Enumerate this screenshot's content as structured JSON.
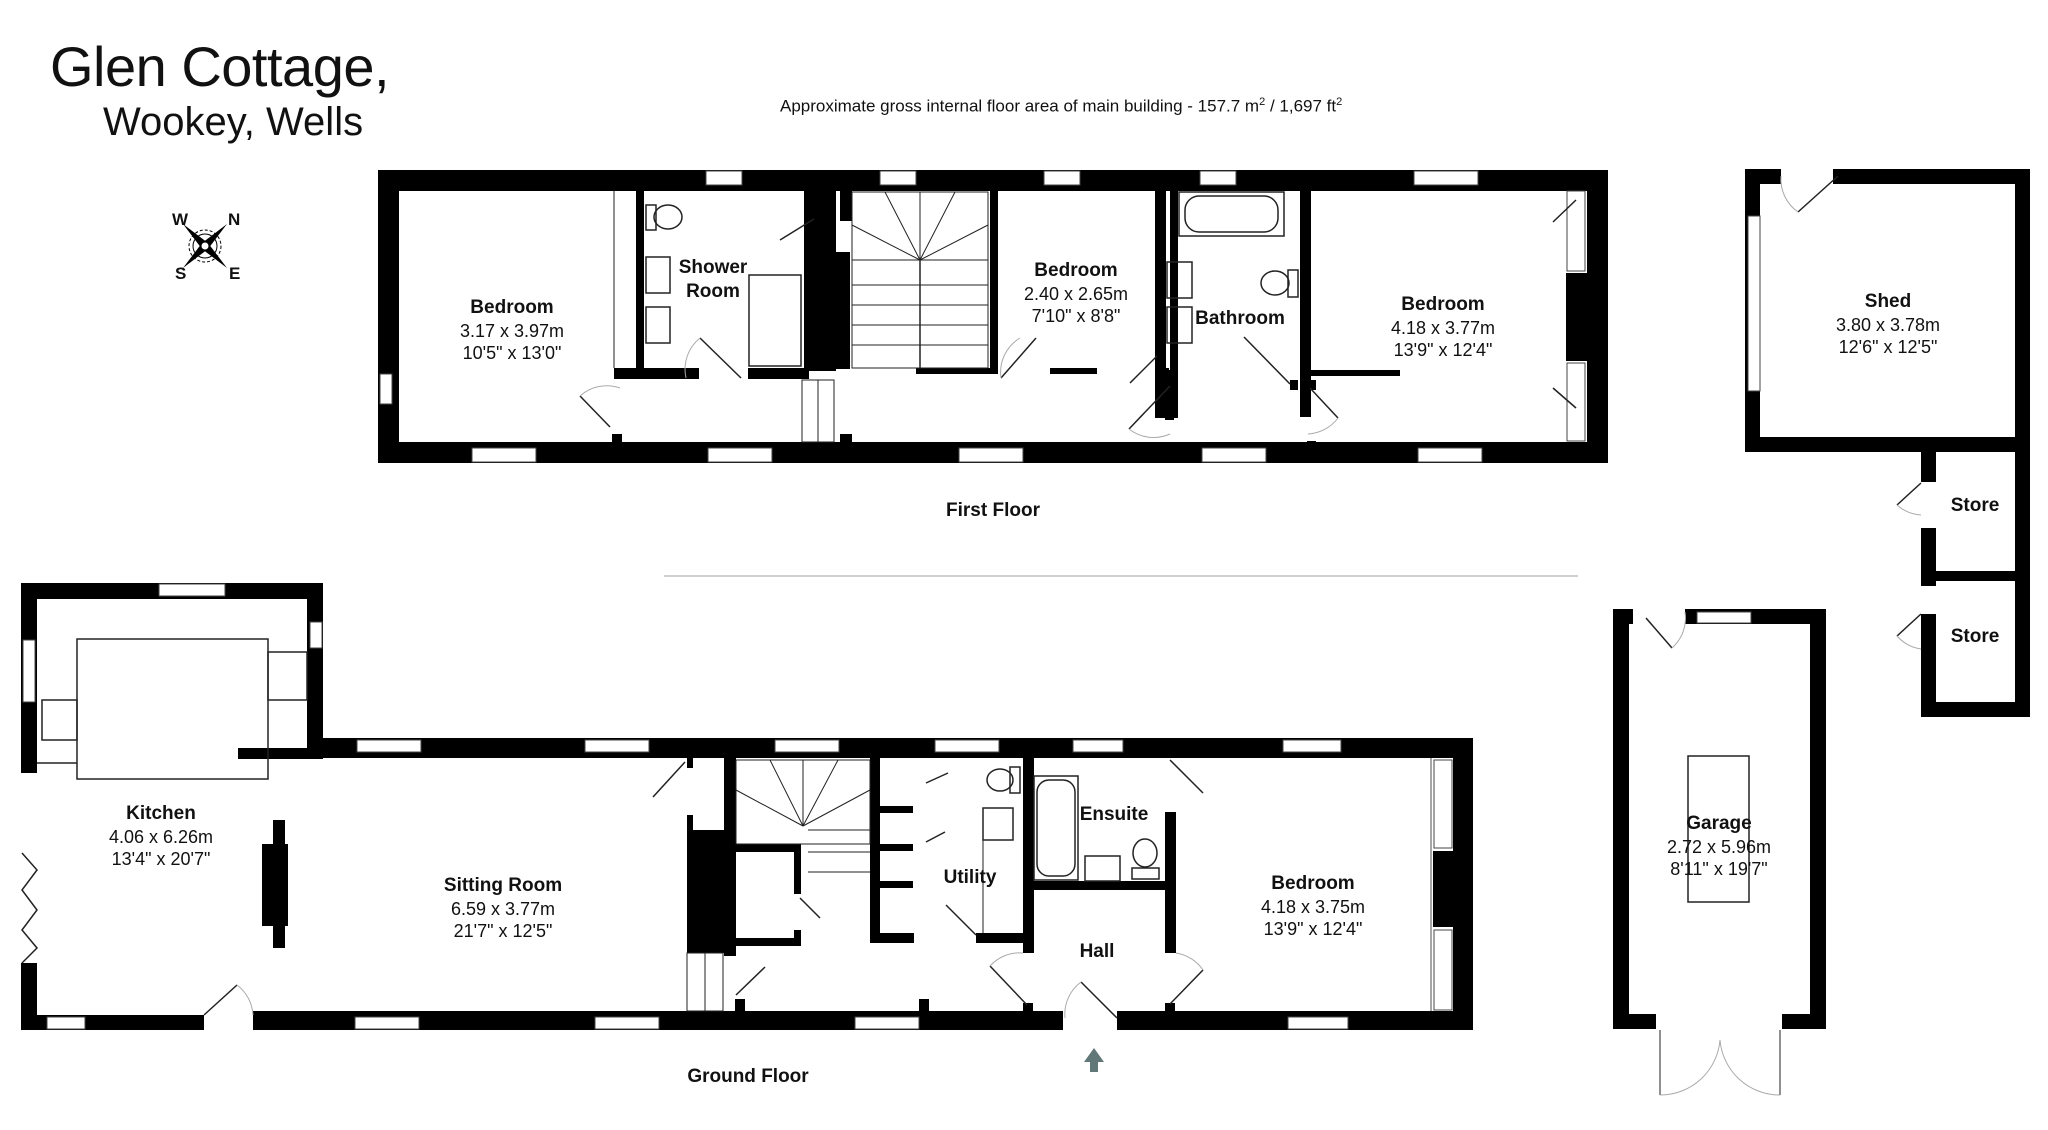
{
  "header": {
    "title": "Glen Cottage,",
    "subtitle": "Wookey, Wells",
    "area_prefix": "Approximate gross internal floor area of main building  -  157.7 m",
    "area_sep": " /  1,697 ft",
    "sup": "2"
  },
  "compass": {
    "n": "N",
    "s": "S",
    "e": "E",
    "w": "W"
  },
  "floors": {
    "first": {
      "label": "First Floor"
    },
    "ground": {
      "label": "Ground Floor"
    }
  },
  "rooms": {
    "ff_bedroom1": {
      "name": "Bedroom",
      "metric": "3.17 x 3.97m",
      "imperial": "10'5\" x 13'0\""
    },
    "ff_shower": {
      "name": "Shower",
      "name2": "Room"
    },
    "ff_bedroom2": {
      "name": "Bedroom",
      "metric": "2.40 x 2.65m",
      "imperial": "7'10\" x 8'8\""
    },
    "ff_bathroom": {
      "name": "Bathroom"
    },
    "ff_bedroom3": {
      "name": "Bedroom",
      "metric": "4.18 x 3.77m",
      "imperial": "13'9\" x 12'4\""
    },
    "shed": {
      "name": "Shed",
      "metric": "3.80 x 3.78m",
      "imperial": "12'6\" x 12'5\""
    },
    "store1": {
      "name": "Store"
    },
    "store2": {
      "name": "Store"
    },
    "kitchen": {
      "name": "Kitchen",
      "metric": "4.06 x 6.26m",
      "imperial": "13'4\" x 20'7\""
    },
    "sitting": {
      "name": "Sitting Room",
      "metric": "6.59 x 3.77m",
      "imperial": "21'7\" x 12'5\""
    },
    "utility": {
      "name": "Utility"
    },
    "ensuite": {
      "name": "Ensuite"
    },
    "hall": {
      "name": "Hall"
    },
    "gf_bedroom": {
      "name": "Bedroom",
      "metric": "4.18 x 3.75m",
      "imperial": "13'9\" x 12'4\""
    },
    "garage": {
      "name": "Garage",
      "metric": "2.72 x 5.96m",
      "imperial": "8'11\" x 19'7\""
    }
  },
  "colors": {
    "wall": "#000000",
    "entrance_arrow": "#627878",
    "divider": "#d0d0d0",
    "fixture": "#333333"
  }
}
